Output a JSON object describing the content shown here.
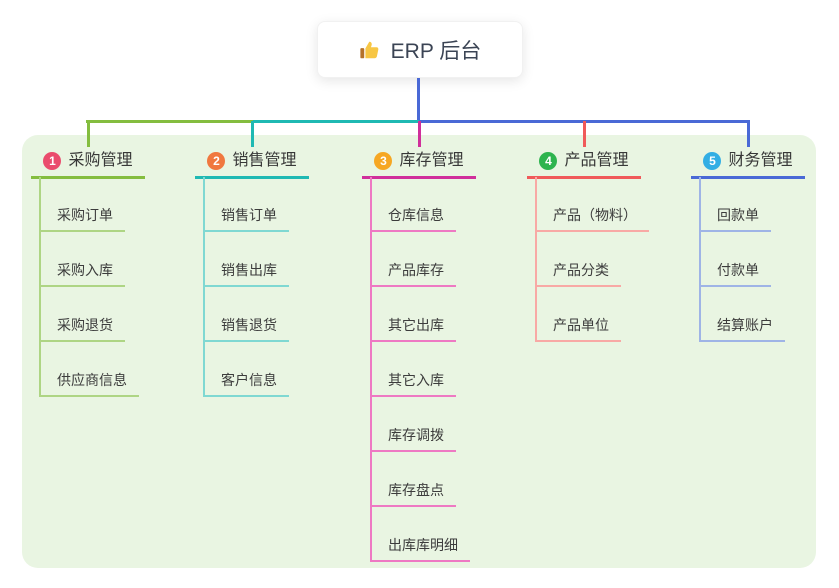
{
  "root": {
    "title": "ERP 后台",
    "icon": "thumbs-up-icon",
    "icon_colors": {
      "hand": "#f7c644",
      "cuff": "#b5722a"
    }
  },
  "panel": {
    "bg": "#e9f5e2"
  },
  "connector": {
    "trunk_color": "#4a69d6"
  },
  "branches": [
    {
      "num": "1",
      "label": "采购管理",
      "color": "#84bd3f",
      "light": "#aed584",
      "badge": "#ea4c6d",
      "children": [
        "采购订单",
        "采购入库",
        "采购退货",
        "供应商信息"
      ]
    },
    {
      "num": "2",
      "label": "销售管理",
      "color": "#1fb9b3",
      "light": "#7fd8d2",
      "badge": "#f0783f",
      "children": [
        "销售订单",
        "销售出库",
        "销售退货",
        "客户信息"
      ]
    },
    {
      "num": "3",
      "label": "库存管理",
      "color": "#d02f9b",
      "light": "#ee79c3",
      "badge": "#f6a723",
      "children": [
        "仓库信息",
        "产品库存",
        "其它出库",
        "其它入库",
        "库存调拨",
        "库存盘点",
        "出库库明细"
      ]
    },
    {
      "num": "4",
      "label": "产品管理",
      "color": "#f05a5a",
      "light": "#f8a9a5",
      "badge": "#2db44e",
      "children": [
        "产品（物料）",
        "产品分类",
        "产品单位"
      ]
    },
    {
      "num": "5",
      "label": "财务管理",
      "color": "#4a69d6",
      "light": "#9fb4e6",
      "badge": "#32aee4",
      "children": [
        "回款单",
        "付款单",
        "结算账户"
      ]
    }
  ]
}
